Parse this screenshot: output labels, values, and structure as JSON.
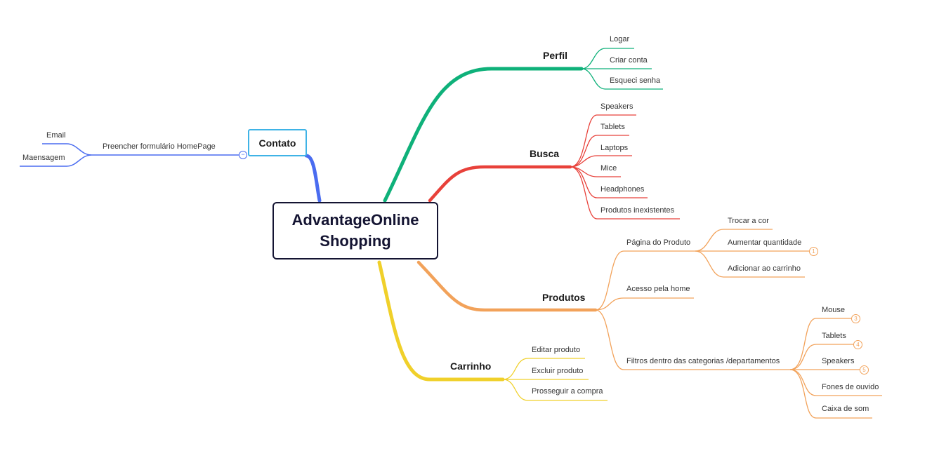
{
  "root": {
    "label": "AdvantageOnline\nShopping"
  },
  "colors": {
    "green": "#0fb17a",
    "red": "#e8413a",
    "orange": "#f2a25a",
    "yellow": "#f0d02a",
    "blue": "#4a6cf0",
    "contato_border": "#3fb3e6",
    "root_border": "#141432"
  },
  "contato": {
    "label": "Contato",
    "child": "Preencher formulário HomePage",
    "leaves": [
      "Email",
      "Maensagem"
    ],
    "collapse_symbol": "−"
  },
  "perfil": {
    "label": "Perfil",
    "items": [
      "Logar",
      "Criar conta",
      "Esqueci senha"
    ]
  },
  "busca": {
    "label": "Busca",
    "items": [
      "Speakers",
      "Tablets",
      "Laptops",
      "Mice",
      "Headphones",
      "Produtos inexistentes"
    ]
  },
  "produtos": {
    "label": "Produtos",
    "pagina": {
      "label": "Página do Produto",
      "items": [
        "Trocar a cor",
        "Aumentar quantidade",
        "Adicionar ao carrinho"
      ],
      "badge": "1"
    },
    "acesso": {
      "label": "Acesso pela home"
    },
    "filtros": {
      "label": "Filtros dentro das categorias /departamentos",
      "items": [
        "Mouse",
        "Tablets",
        "Speakers",
        "Fones de ouvido",
        "Caixa de som"
      ],
      "badges": [
        "3",
        "4",
        "5"
      ]
    }
  },
  "carrinho": {
    "label": "Carrinho",
    "items": [
      "Editar produto",
      "Excluir produto",
      "Prosseguir a compra"
    ]
  }
}
